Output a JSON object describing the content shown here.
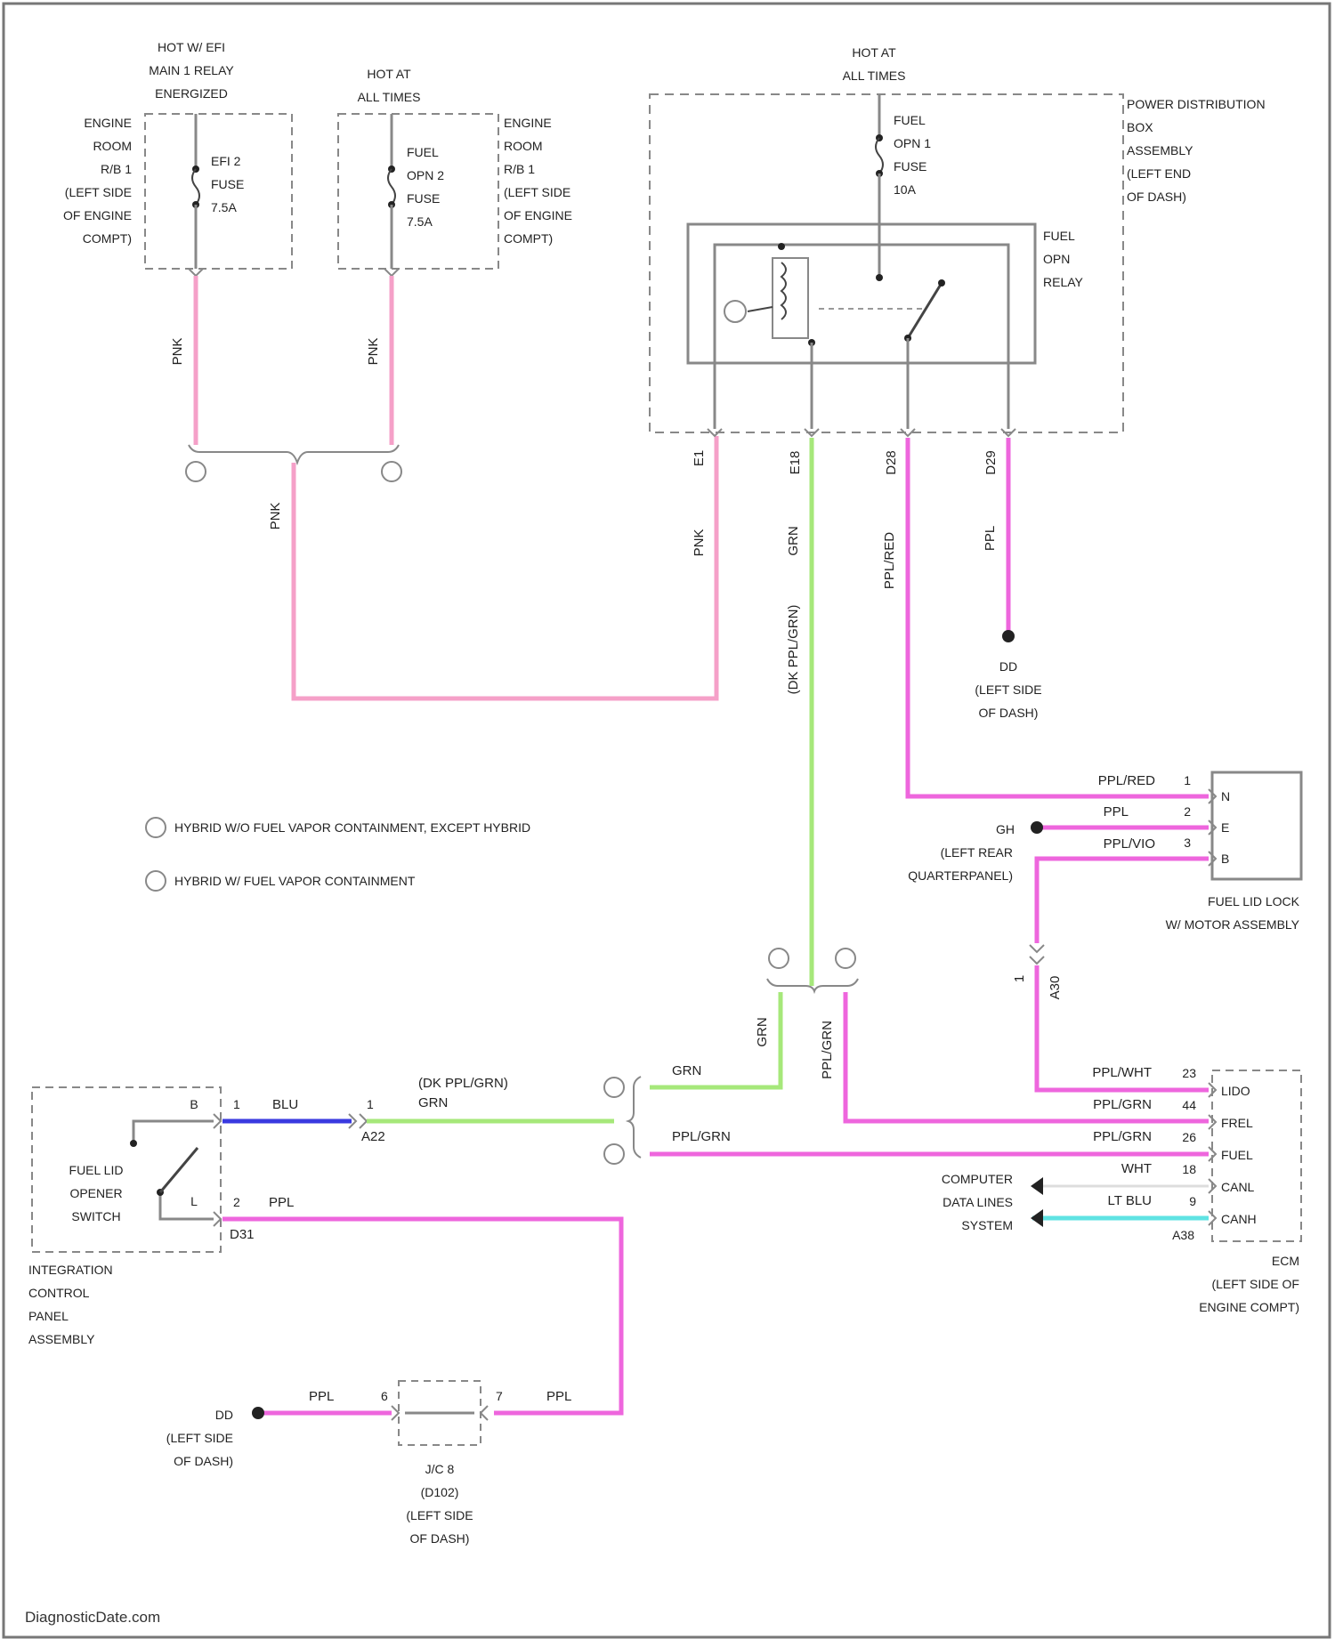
{
  "colors": {
    "pink": "#f5a0c8",
    "ppl": "#ee66dd",
    "grn": "#a6e87a",
    "blu": "#3a3ae0",
    "ltblu": "#5fe3e3",
    "outline": "#888888",
    "text": "#222222"
  },
  "labels": {
    "efi_hot": [
      "HOT W/ EFI",
      "MAIN 1 RELAY",
      "ENERGIZED"
    ],
    "engine_room_rb1_left": [
      "ENGINE",
      "ROOM",
      "R/B 1",
      "(LEFT SIDE",
      "OF ENGINE",
      "COMPT)"
    ],
    "efi_fuse": [
      "EFI 2",
      "FUSE",
      "7.5A"
    ],
    "hot_at_all_times_1": [
      "HOT AT",
      "ALL TIMES"
    ],
    "fuel_opn2_fuse": [
      "FUEL",
      "OPN 2",
      "FUSE",
      "7.5A"
    ],
    "engine_room_rb1_right": [
      "ENGINE",
      "ROOM",
      "R/B 1",
      "(LEFT SIDE",
      "OF ENGINE",
      "COMPT)"
    ],
    "hot_at_all_times_2": [
      "HOT AT",
      "ALL TIMES"
    ],
    "fuel_opn1_fuse": [
      "FUEL",
      "OPN 1",
      "FUSE",
      "10A"
    ],
    "power_distribution": [
      "POWER DISTRIBUTION",
      "BOX",
      "ASSEMBLY",
      "(LEFT END",
      "OF DASH)"
    ],
    "fuel_opn_relay": [
      "FUEL",
      "OPN",
      "RELAY"
    ],
    "relay_pins": [
      "E1",
      "E18",
      "D28",
      "D29"
    ],
    "ground_dd_upper": [
      "DD",
      "(LEFT SIDE",
      "OF DASH)"
    ],
    "legend_1": "HYBRID W/O FUEL VAPOR CONTAINMENT, EXCEPT HYBRID",
    "legend_2": "HYBRID W/ FUEL VAPOR CONTAINMENT",
    "fuel_lid_lock": [
      "FUEL LID LOCK",
      "W/ MOTOR ASSEMBLY"
    ],
    "lock_pins": [
      "N",
      "E",
      "B"
    ],
    "lock_pin_nums": [
      "1",
      "2",
      "3"
    ],
    "ground_gh": "GH",
    "gh_loc": [
      "(LEFT REAR",
      "QUARTERPANEL)"
    ],
    "connector_a30": "A30",
    "ecm_pins": [
      "LIDO",
      "FREL",
      "FUEL",
      "CANL",
      "CANH"
    ],
    "ecm_pin_nums": [
      "23",
      "44",
      "26",
      "18",
      "9"
    ],
    "ecm_conn": "A38",
    "ecm_title": [
      "ECM",
      "(LEFT SIDE OF",
      "ENGINE COMPT)"
    ],
    "computer_data": [
      "COMPUTER",
      "DATA LINES",
      "SYSTEM"
    ],
    "fuel_lid_opener": [
      "FUEL LID",
      "OPENER",
      "SWITCH"
    ],
    "switch_letters": [
      "B",
      "L"
    ],
    "integration_panel": [
      "INTEGRATION",
      "CONTROL",
      "PANEL",
      "ASSEMBLY"
    ],
    "connector_a22": "A22",
    "connector_d31": "D31",
    "ground_dd_lower": [
      "DD",
      "(LEFT SIDE",
      "OF DASH)"
    ],
    "jc8": [
      "J/C 8",
      "(D102)",
      "(LEFT SIDE",
      "OF DASH)"
    ],
    "footer": "DiagnosticDate.com"
  },
  "wires": {
    "pink": "PNK",
    "ppl": "PPL",
    "grn": "GRN",
    "blu": "BLU",
    "ltblu": "LT BLU",
    "wht": "WHT",
    "ppl_red": "PPL/RED",
    "ppl_vio": "PPL/VIO",
    "ppl_wht": "PPL/WHT",
    "ppl_grn": "PPL/GRN",
    "dk_ppl_grn": "(DK PPL/GRN)",
    "pins_left": [
      "1",
      "2"
    ],
    "pin_1": "1",
    "pins_jc8": [
      "6",
      "7"
    ]
  }
}
